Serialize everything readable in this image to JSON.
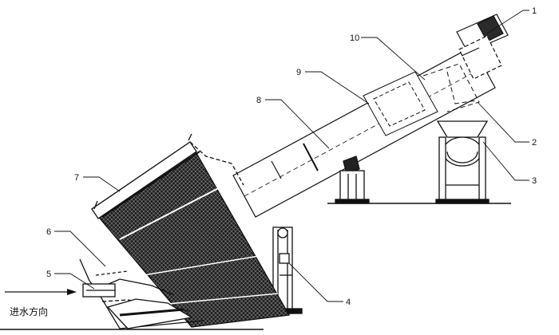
{
  "callouts": [
    "1",
    "2",
    "3",
    "4",
    "5",
    "6",
    "7",
    "8",
    "9",
    "10"
  ],
  "flow_direction_label": "进水方向",
  "colors": {
    "line": "#111111",
    "mesh": "#1e1e1e",
    "background": "#ffffff"
  }
}
